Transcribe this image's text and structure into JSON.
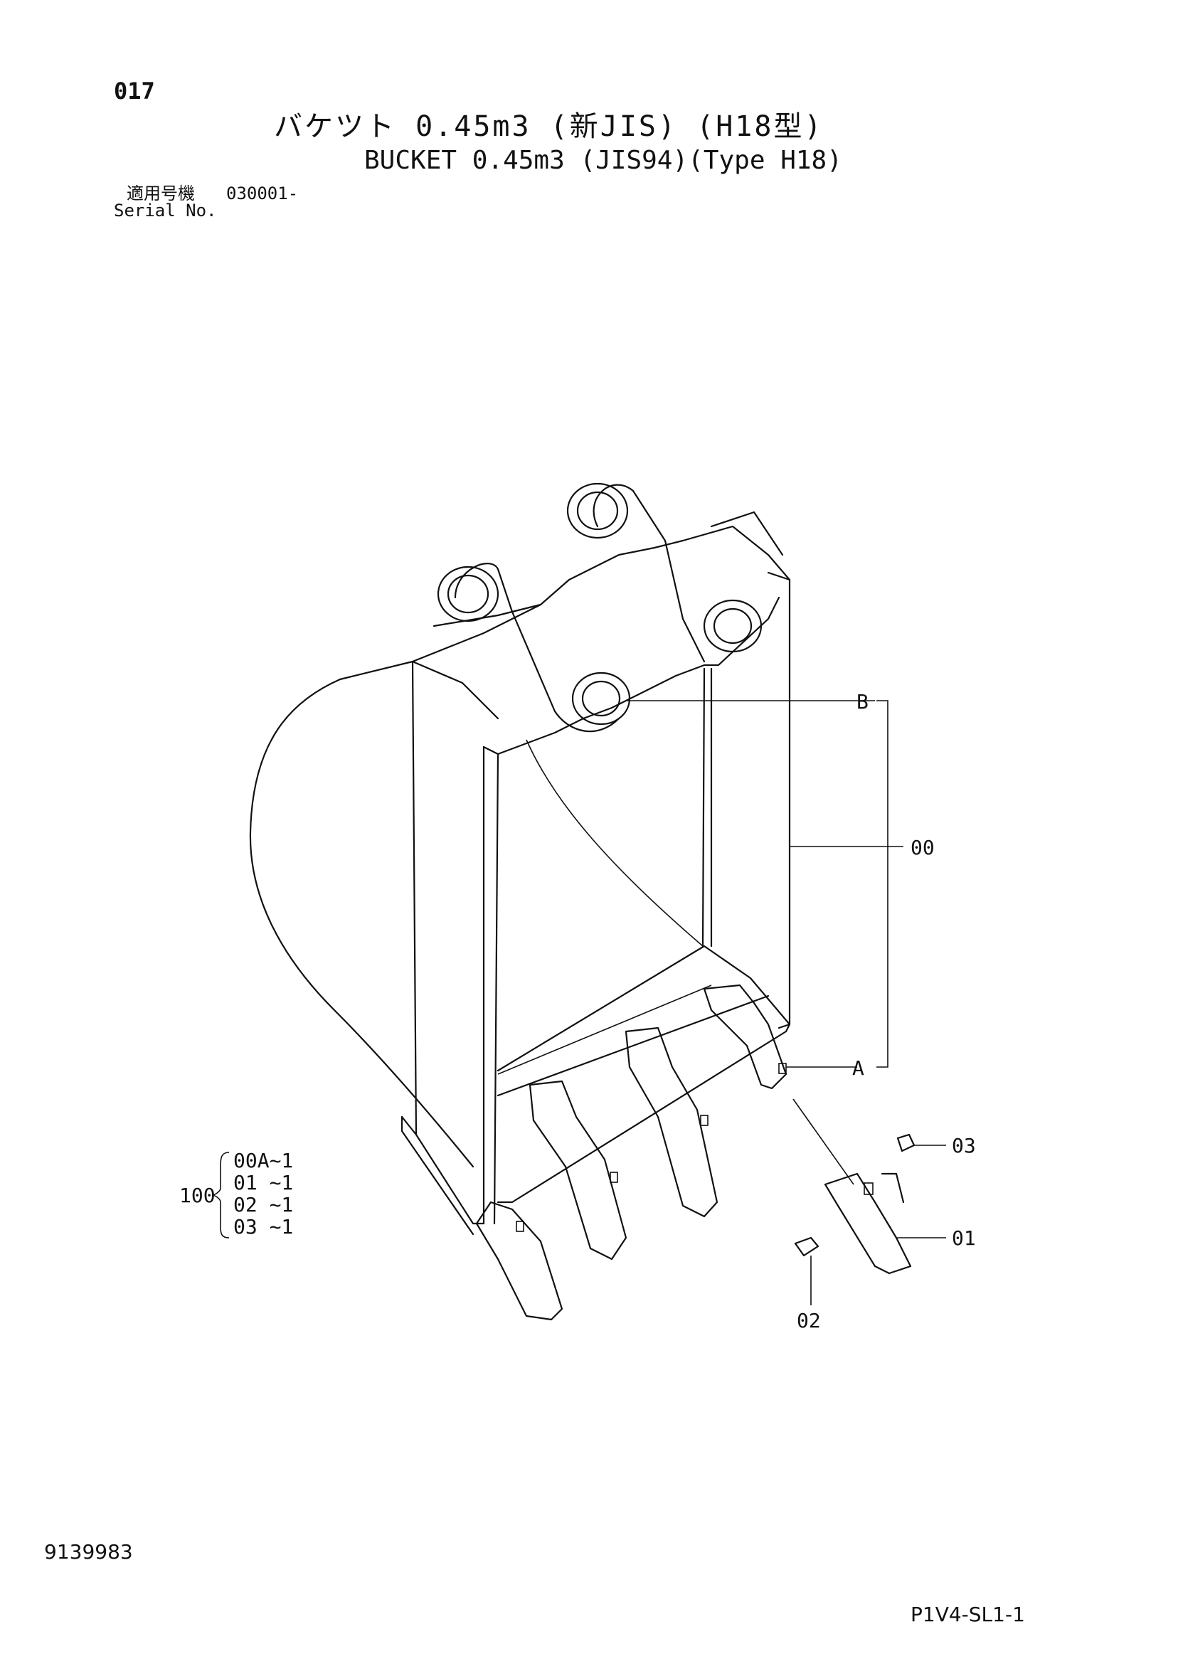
{
  "header": {
    "page_number": "017",
    "title_ja": "バケツト 0.45m3 (新JIS) (H18型)",
    "title_en": "BUCKET 0.45m3 (JIS94)(Type H18)",
    "serial_label_ja": "適用号機",
    "serial_label_en": "Serial No.",
    "serial_value": "030001-"
  },
  "callouts": {
    "b": "B",
    "a": "A",
    "p00": "00",
    "p01": "01",
    "p02": "02",
    "p03": "03"
  },
  "kit": {
    "number": "100",
    "lines": [
      "00A~1",
      "01 ~1",
      "02 ~1",
      "03 ~1"
    ]
  },
  "footer": {
    "doc_number": "9139983",
    "doc_code": "P1V4-SL1-1"
  }
}
